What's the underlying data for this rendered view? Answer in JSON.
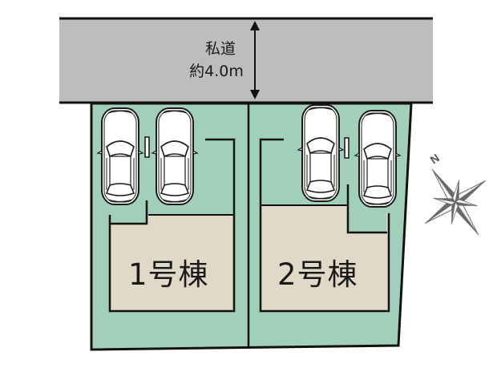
{
  "road": {
    "name": "私道",
    "width_label": "約4.0m"
  },
  "lots": [
    {
      "id": 1,
      "label": "1号棟",
      "parking_spaces": 2
    },
    {
      "id": 2,
      "label": "2号棟",
      "parking_spaces": 2
    }
  ],
  "compass": {
    "label": "N",
    "icon": "compass-rose-icon"
  },
  "colors": {
    "road": "#bdbdbd",
    "lot_green": "#a1cfba",
    "building_beige": "#e0d9c7",
    "outline": "#111111",
    "compass": "#6b6b6b"
  }
}
